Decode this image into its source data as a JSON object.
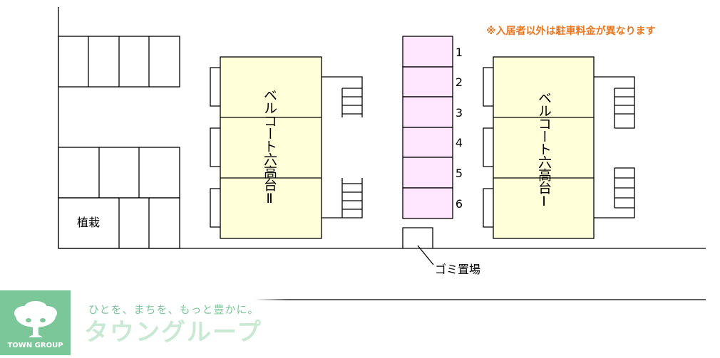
{
  "notice": "※入居者以外は駐車料金が異なります",
  "buildings": {
    "left_name": "ベルコート六高台Ⅱ",
    "right_name": "ベルコート六高台Ⅰ"
  },
  "parking": {
    "numbers": [
      "1",
      "2",
      "3",
      "4",
      "5",
      "6"
    ],
    "slot_fill": "#FFE6FF"
  },
  "planting_label": "植栽",
  "garbage_label": "ゴミ置場",
  "building_fill": "#FFFFD9",
  "notice_color": "#E87722",
  "brand": {
    "logo_text": "TOWN GROUP",
    "tagline": "ひとを、まちを、もっと豊かに。",
    "name": "タウングループ",
    "green": "#7CC79A",
    "light_green": "#C9E9D4",
    "tree_icon": "tree-icon"
  }
}
